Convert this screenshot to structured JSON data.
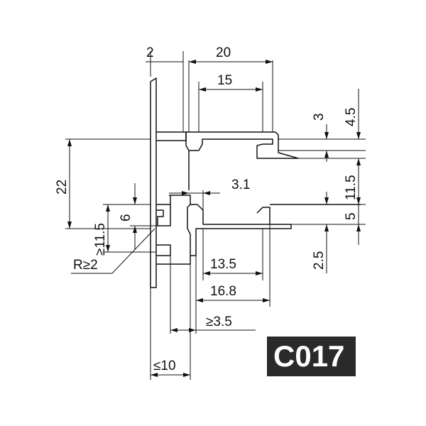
{
  "product_code": "C017",
  "colors": {
    "line": "#111111",
    "badge_bg": "#2a2a2a",
    "badge_text": "#ffffff",
    "background": "#ffffff"
  },
  "dimensions": {
    "top_2": "2",
    "top_20": "20",
    "top_15": "15",
    "right_3": "3",
    "right_4_5": "4.5",
    "right_11_5": "11.5",
    "right_5": "5",
    "right_2_5": "2.5",
    "left_22": "22",
    "left_ge_11_5": "≥11.5",
    "left_6": "6",
    "mid_3_1": "3.1",
    "radius": "R≥2",
    "bottom_13_5": "13.5",
    "bottom_16_8": "16.8",
    "bottom_ge_3_5": "≥3.5",
    "bottom_le_10": "≤10"
  }
}
